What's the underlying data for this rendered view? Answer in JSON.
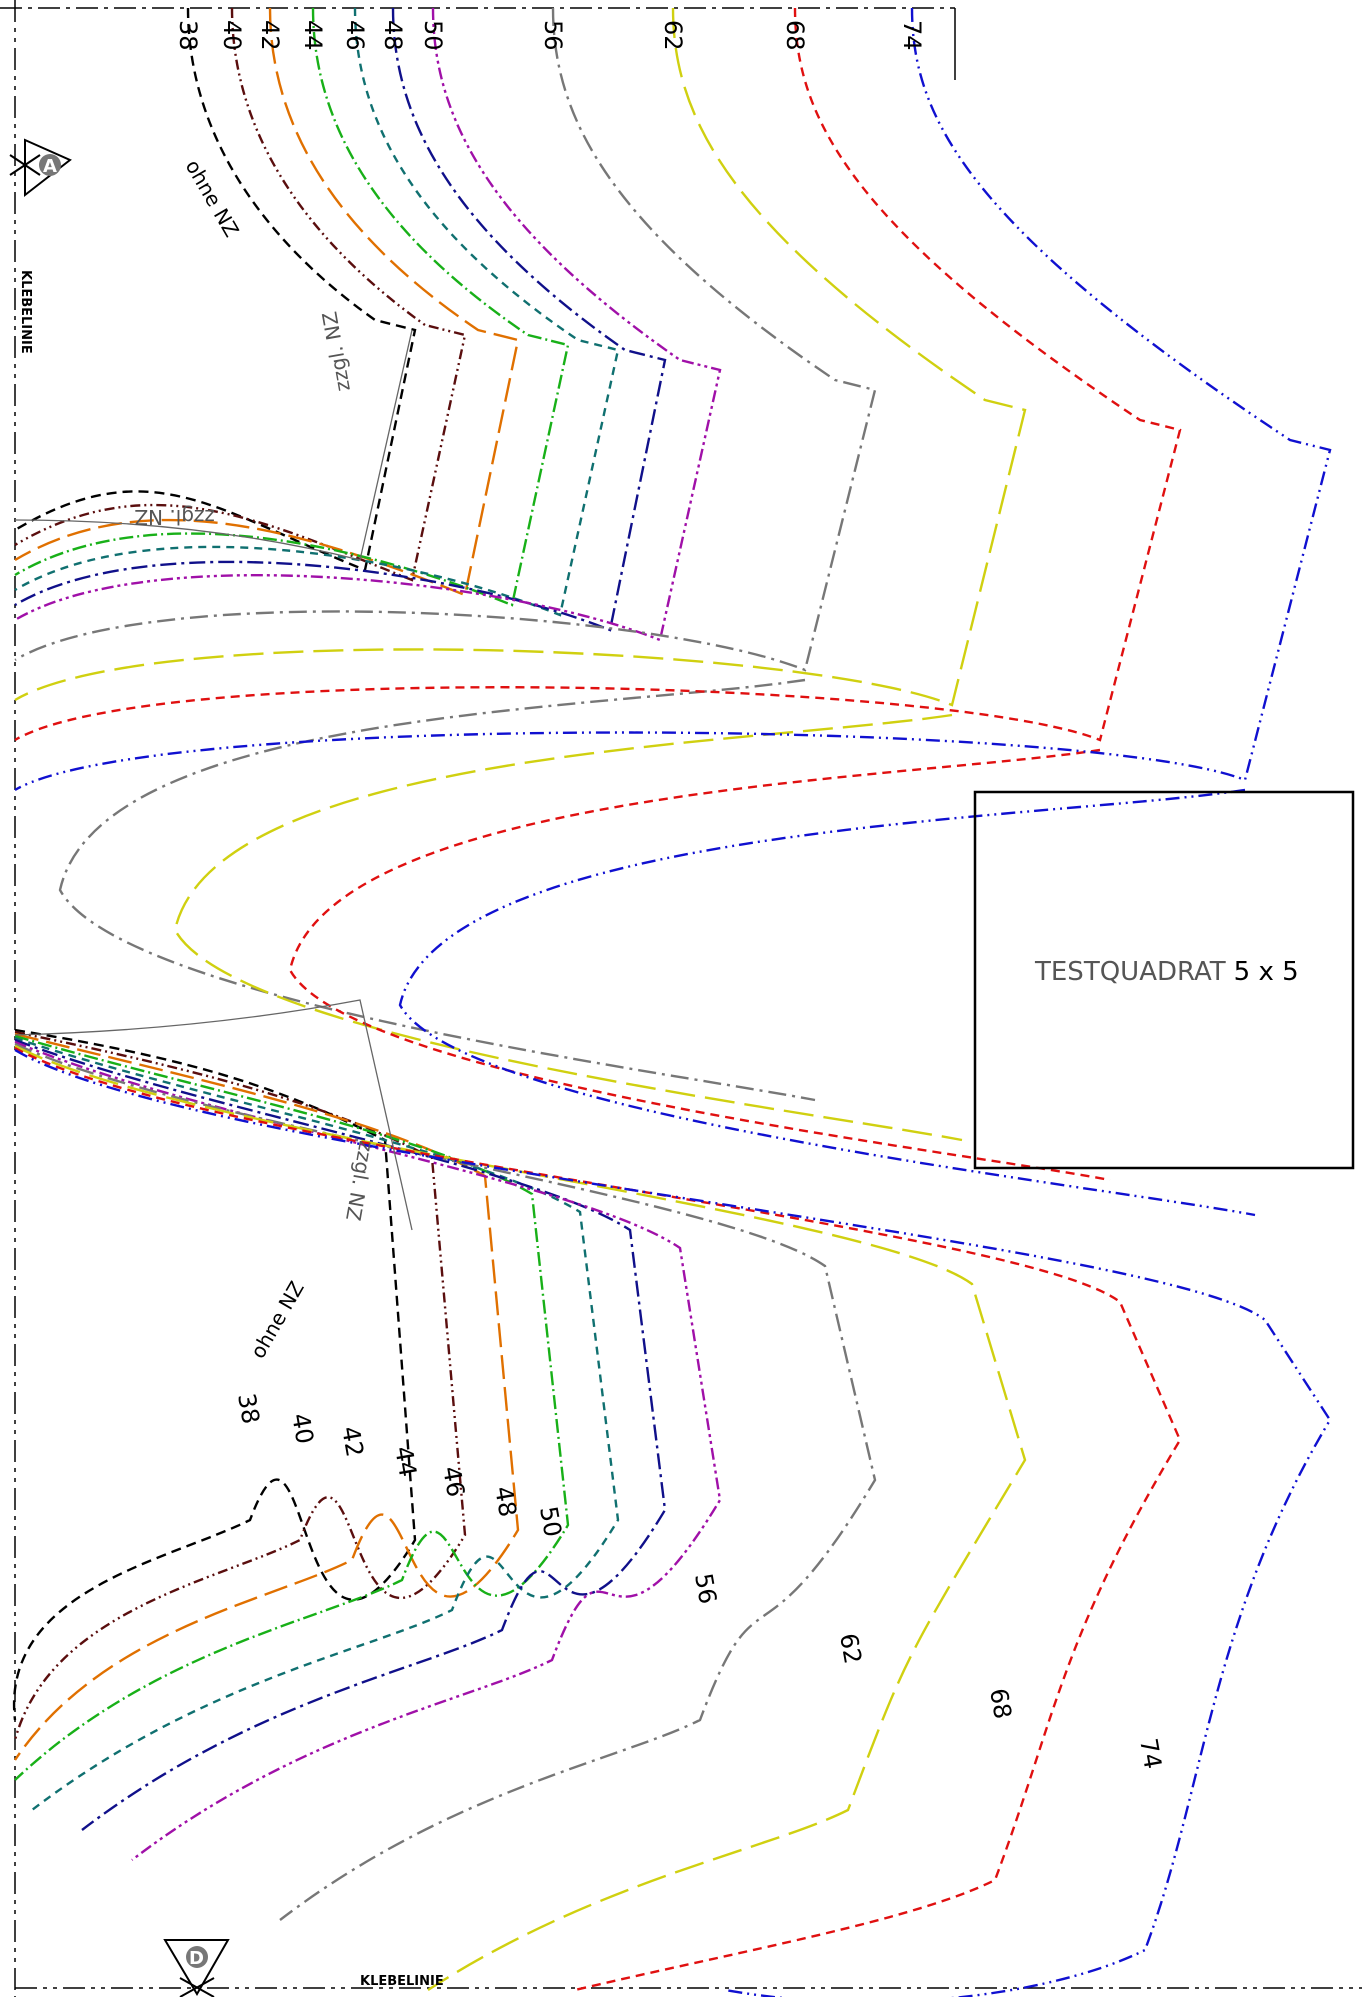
{
  "pattern": {
    "sizes": [
      {
        "size": "38",
        "color": "#000000",
        "dash": "10,6"
      },
      {
        "size": "40",
        "color": "#5a0e0e",
        "dash": "10,4,2,4,2,4"
      },
      {
        "size": "42",
        "color": "#e07000",
        "dash": "24,8"
      },
      {
        "size": "44",
        "color": "#18b018",
        "dash": "14,4,2,4"
      },
      {
        "size": "46",
        "color": "#107070",
        "dash": "8,6"
      },
      {
        "size": "48",
        "color": "#10108a",
        "dash": "16,5,3,5"
      },
      {
        "size": "50",
        "color": "#a010a8",
        "dash": "12,4,3,4,3,4"
      },
      {
        "size": "56",
        "color": "#777777",
        "dash": "18,6,3,6"
      },
      {
        "size": "62",
        "color": "#d0d010",
        "dash": "30,10"
      },
      {
        "size": "68",
        "color": "#e01010",
        "dash": "9,6"
      },
      {
        "size": "74",
        "color": "#1010d0",
        "dash": "14,5,2,5,2,5"
      }
    ],
    "labels": {
      "without_seam_allowance": "ohne NZ",
      "plus_seam_allowance": "zzgl. NZ",
      "glue_line": "KLEBELINIE",
      "marker_top": "A",
      "marker_bottom": "D"
    },
    "test_square": {
      "label": "TESTQUADRAT",
      "dimension": "5 x 5"
    }
  }
}
